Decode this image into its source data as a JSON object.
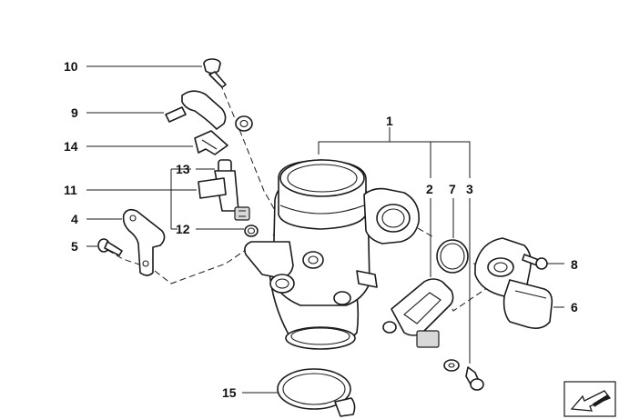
{
  "diagram": {
    "callouts": [
      {
        "id": "1",
        "text": "1"
      },
      {
        "id": "2",
        "text": "2"
      },
      {
        "id": "3",
        "text": "3"
      },
      {
        "id": "4",
        "text": "4"
      },
      {
        "id": "5",
        "text": "5"
      },
      {
        "id": "6",
        "text": "6"
      },
      {
        "id": "7",
        "text": "7"
      },
      {
        "id": "8",
        "text": "8"
      },
      {
        "id": "9",
        "text": "9"
      },
      {
        "id": "10",
        "text": "10"
      },
      {
        "id": "11",
        "text": "11"
      },
      {
        "id": "12",
        "text": "12"
      },
      {
        "id": "13",
        "text": "13"
      },
      {
        "id": "14",
        "text": "14"
      },
      {
        "id": "15",
        "text": "15"
      }
    ]
  },
  "colors": {
    "ink": "#1a1a1a",
    "background": "#ffffff"
  },
  "icons": {
    "corner_badge": "arrow-badge-icon"
  }
}
